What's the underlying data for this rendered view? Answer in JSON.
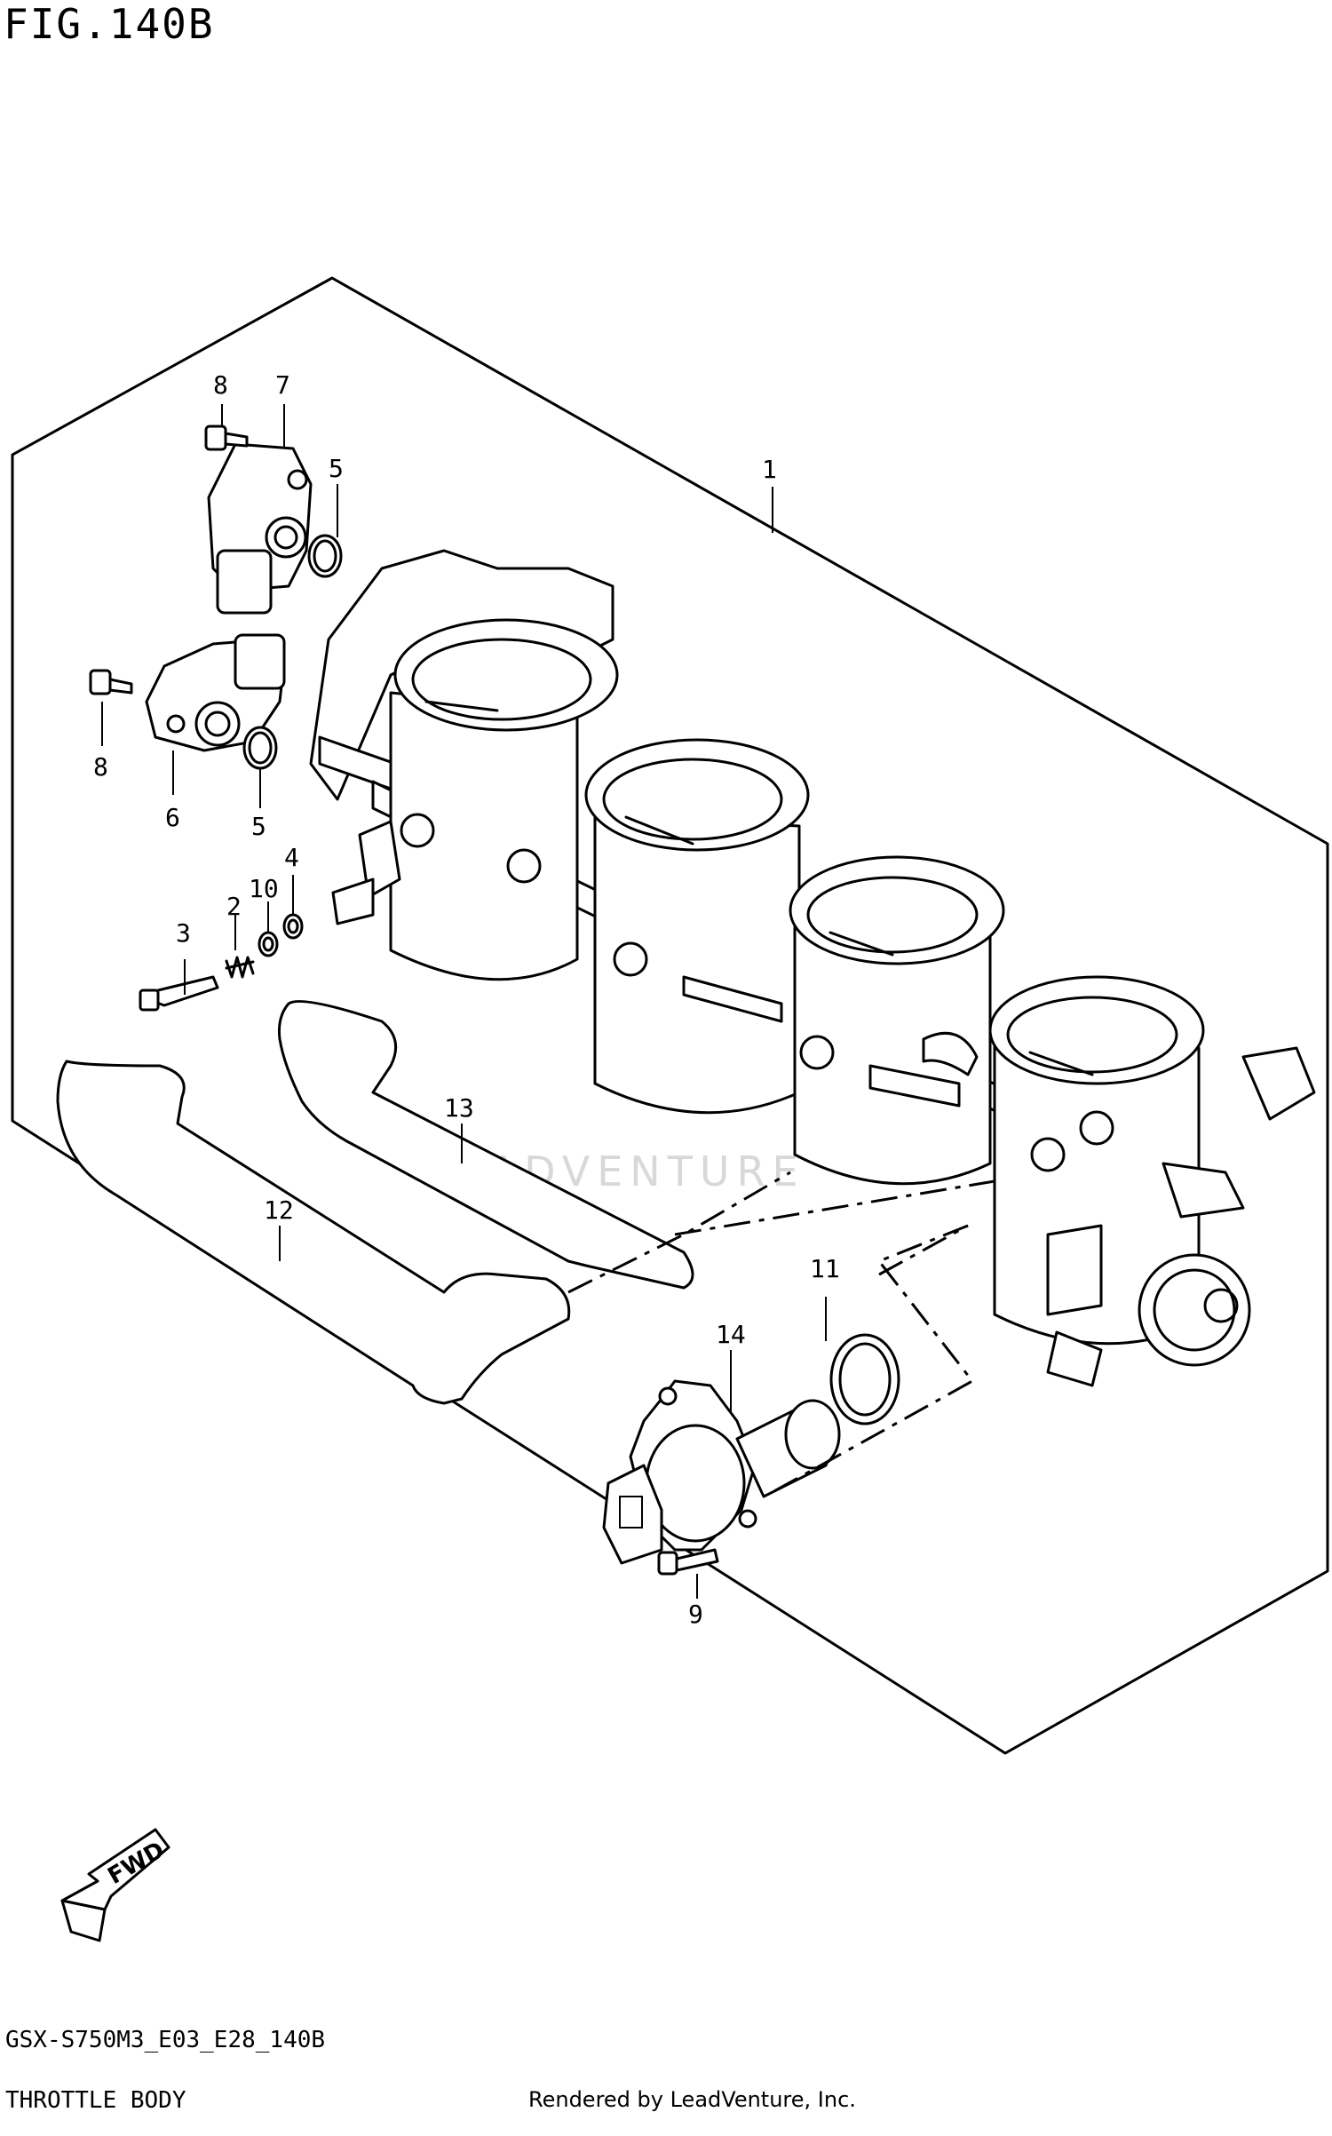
{
  "header": {
    "figure_title": "FIG.140B"
  },
  "footer": {
    "diagram_code": "GSX-S750M3_E03_E28_140B",
    "section_name": "THROTTLE BODY",
    "rendered_by": "Rendered by LeadVenture, Inc."
  },
  "watermark": {
    "text": "LEADVENTURE"
  },
  "direction_marker": {
    "label": "FWD"
  },
  "callouts": [
    {
      "id": "1",
      "label": "1"
    },
    {
      "id": "2",
      "label": "2"
    },
    {
      "id": "3",
      "label": "3"
    },
    {
      "id": "4",
      "label": "4"
    },
    {
      "id": "5a",
      "label": "5"
    },
    {
      "id": "5b",
      "label": "5"
    },
    {
      "id": "6",
      "label": "6"
    },
    {
      "id": "7",
      "label": "7"
    },
    {
      "id": "8a",
      "label": "8"
    },
    {
      "id": "8b",
      "label": "8"
    },
    {
      "id": "9",
      "label": "9"
    },
    {
      "id": "10",
      "label": "10"
    },
    {
      "id": "11",
      "label": "11"
    },
    {
      "id": "12",
      "label": "12"
    },
    {
      "id": "13",
      "label": "13"
    },
    {
      "id": "14",
      "label": "14"
    }
  ]
}
